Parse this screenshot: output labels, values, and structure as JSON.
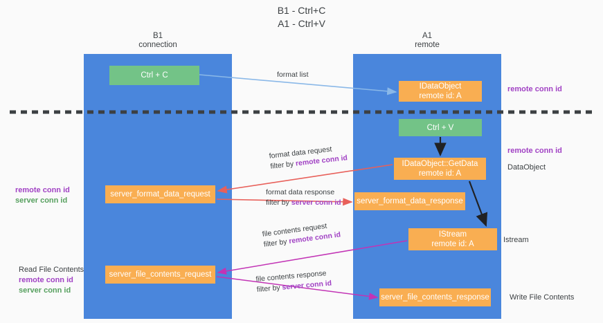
{
  "title": {
    "line1": "B1 - Ctrl+C",
    "line2": "A1 - Ctrl+V"
  },
  "lanes": [
    {
      "id": "b1",
      "name": "B1",
      "role": "connection"
    },
    {
      "id": "a1",
      "name": "A1",
      "role": "remote"
    }
  ],
  "nodes": {
    "ctrl_c": {
      "line1": "Ctrl + C",
      "line2": ""
    },
    "data_object": {
      "line1": "IDataObject",
      "line2": "remote id: A"
    },
    "ctrl_v": {
      "line1": "Ctrl + V",
      "line2": ""
    },
    "get_data": {
      "line1": "IDataObject::GetData",
      "line2": "remote id: A"
    },
    "server_format_data_request": {
      "line1": "server_format_data_request",
      "line2": ""
    },
    "server_format_data_response": {
      "line1": "server_format_data_response",
      "line2": ""
    },
    "istream": {
      "line1": "IStream",
      "line2": "remote id: A"
    },
    "server_file_contents_request": {
      "line1": "server_file_contents_request",
      "line2": ""
    },
    "server_file_contents_response": {
      "line1": "server_file_contents_response",
      "line2": ""
    }
  },
  "edge_labels": {
    "format_list": {
      "line1": "format list",
      "line2": "",
      "line2_accent": ""
    },
    "format_data_request": {
      "line1": "format data request",
      "line2": "filter by ",
      "line2_accent": "remote conn id"
    },
    "format_data_response": {
      "line1": "format data response",
      "line2": "filter by ",
      "line2_accent": "server conn id"
    },
    "file_contents_request": {
      "line1": "file contents request",
      "line2": "filter by ",
      "line2_accent": "remote conn id"
    },
    "file_contents_response": {
      "line1": "file contents response",
      "line2": "filter by ",
      "line2_accent": "server conn id"
    }
  },
  "side_labels": {
    "right_remote_conn_id_top": "remote conn id",
    "right_remote_conn_id_mid": "remote conn id",
    "right_data_object": "DataObject",
    "right_istream": "Istream",
    "right_write_file_contents": "Write File Contents",
    "left_mid_remote": "remote conn id",
    "left_mid_server": "server conn id",
    "left_read_file_contents": "Read File Contents",
    "left_bottom_remote": "remote conn id",
    "left_bottom_server": "server conn id"
  },
  "colors": {
    "lane_blue": "#4a86dc",
    "node_green": "#73c387",
    "node_orange": "#f9ae52",
    "accent_purple": "#a142c4",
    "accent_green": "#57a05f",
    "arrow_lightblue": "#8ab8e8",
    "arrow_red": "#e8605a",
    "arrow_magenta": "#c councils",
    "arrow_black": "#202124",
    "background": "#fafafa"
  }
}
